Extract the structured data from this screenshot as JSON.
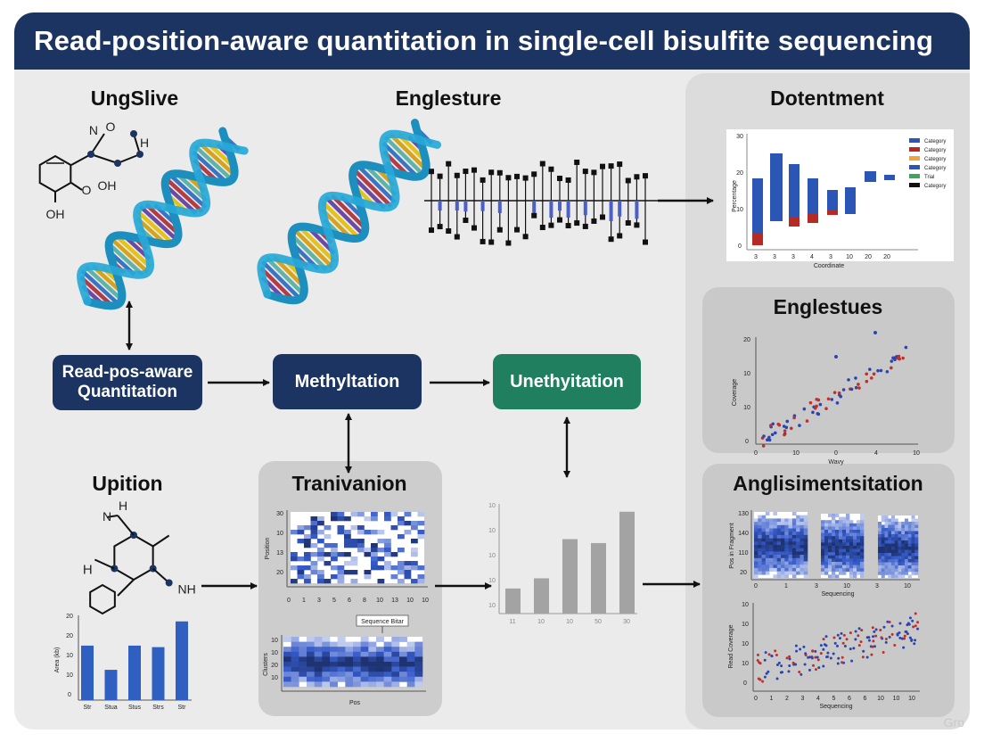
{
  "title": "Read-position-aware quantitation in single-cell bisulfite sequencing",
  "sections": {
    "top_left": "UngSlive",
    "top_middle": "Englesture",
    "top_right": "Dotentment",
    "right_middle": "Englestues",
    "bottom_left": "Upition",
    "bottom_middle": "Tranivanion",
    "bottom_right": "Anglisimentsitation"
  },
  "process": {
    "read_pos_aware_line1": "Read-pos-aware",
    "read_pos_aware_line2": "Quantitation",
    "methylation": "Methyltation",
    "unmethylation": "Unethyitation"
  },
  "molecules": {
    "top": {
      "atoms": [
        "N",
        "O",
        "H",
        "OH",
        "O",
        "OH"
      ]
    },
    "bottom": {
      "atoms": [
        "H",
        "N",
        "H",
        "N",
        "NH"
      ]
    }
  },
  "charts": {
    "dotentment_bar": {
      "type": "bar",
      "y_ticks": [
        "30",
        "20",
        "10",
        "0"
      ],
      "ylabel": "Percentage",
      "xlabel": "Coordinate",
      "x_ticks": [
        "3",
        "3",
        "3",
        "4",
        "3",
        "10",
        "20",
        "20"
      ],
      "legend": [
        "Category",
        "Category",
        "Category",
        "Category",
        "Trial",
        "Category"
      ],
      "colors": [
        "#2c56b5",
        "#b52a22",
        "#f0a640",
        "#2c56b5",
        "#3ca65a",
        "#111111"
      ]
    },
    "englestues_scatter": {
      "type": "scatter",
      "y_ticks": [
        "20",
        "10",
        "10",
        "0"
      ],
      "x_ticks": [
        "0",
        "10",
        "0",
        "4",
        "10"
      ],
      "ylabel": "Coverage",
      "xlabel": "Wavy"
    },
    "upition_bar": {
      "type": "bar",
      "y_ticks": [
        "20",
        "20",
        "10",
        "10",
        "0"
      ],
      "ylabel": "Area (kb)",
      "x_ticks": [
        "Str",
        "Stua",
        "Stus",
        "Strs",
        "Str"
      ],
      "values": [
        18,
        10,
        18,
        17.5,
        26
      ]
    },
    "tranivanion_heat1": {
      "type": "heatmap",
      "y_ticks": [
        "30",
        "10",
        "13",
        "20"
      ],
      "x_ticks": [
        "0",
        "1",
        "3",
        "5",
        "6",
        "8",
        "10",
        "13",
        "10",
        "10"
      ],
      "ylabel": "Position"
    },
    "tranivanion_heat2": {
      "type": "heatmap",
      "tooltip": "Sequence Bitar",
      "y_ticks": [
        "10",
        "10",
        "20",
        "10"
      ],
      "xlabel": "Pos",
      "ylabel": "Clusters"
    },
    "middle_gray_bar": {
      "type": "bar",
      "y_ticks": [
        "10",
        "10",
        "10",
        "10",
        "10"
      ],
      "x_ticks": [
        "11",
        "10",
        "10",
        "50",
        "30"
      ],
      "values": [
        3.2,
        4.5,
        9.5,
        9,
        13
      ]
    },
    "anglisiment_heat": {
      "type": "heatmap",
      "y_ticks": [
        "130",
        "140",
        "110",
        "20"
      ],
      "ylabel": "Pos in Fragment",
      "x_ticks": [
        "0",
        "1",
        "3",
        "10",
        "3",
        "10"
      ],
      "xlabel": "Sequencing"
    },
    "anglisiment_scatter": {
      "type": "scatter",
      "y_ticks": [
        "10",
        "10",
        "10",
        "10",
        "0"
      ],
      "ylabel": "Read Coverage",
      "x_ticks": [
        "0",
        "1",
        "2",
        "3",
        "4",
        "5",
        "6",
        "6",
        "10",
        "10",
        "10"
      ],
      "xlabel": "Sequencing"
    }
  },
  "watermark": "Gro"
}
